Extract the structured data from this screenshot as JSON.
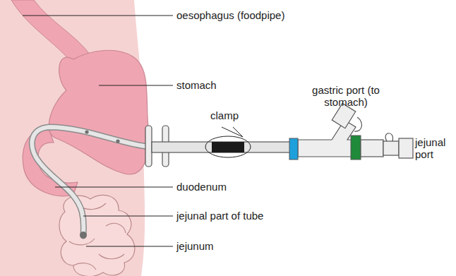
{
  "diagram": {
    "labels": [
      "oesophagus (foodpipe)",
      "stomach",
      "clamp",
      "gastric port (to stomach)",
      "jejunal port",
      "duodenum",
      "jejunal part of tube",
      "jejunum"
    ]
  }
}
